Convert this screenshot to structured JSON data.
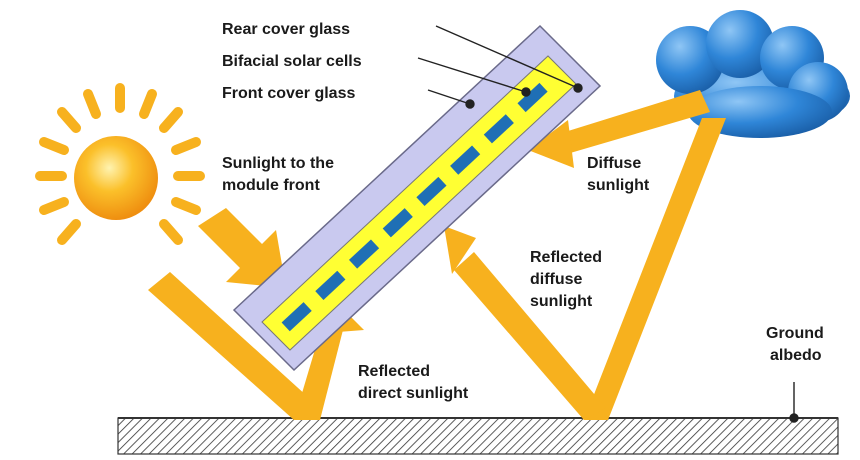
{
  "labels": {
    "rear_cover_glass": "Rear cover glass",
    "bifacial_solar_cells": "Bifacial solar cells",
    "front_cover_glass": "Front cover glass",
    "sunlight_front_line1": "Sunlight to the",
    "sunlight_front_line2": "module front",
    "diffuse_line1": "Diffuse",
    "diffuse_line2": "sunlight",
    "reflected_diffuse_line1": "Reflected",
    "reflected_diffuse_line2": "diffuse",
    "reflected_diffuse_line3": "sunlight",
    "reflected_direct_line1": "Reflected",
    "reflected_direct_line2": "direct sunlight",
    "ground_line1": "Ground",
    "ground_line2": "albedo"
  },
  "colors": {
    "ray": "#f7b11e",
    "sun_core": "#f9a21b",
    "sun_rays": "#f7b11e",
    "glass": "#c9c9ef",
    "glass_edge": "#6a6a8a",
    "cell_layer": "#ffff33",
    "cell": "#1f6fb5",
    "cloud": "#2f86d8",
    "ground": "#ffffff"
  },
  "icons": {
    "sun": "sun-icon",
    "cloud": "cloud-icon"
  }
}
